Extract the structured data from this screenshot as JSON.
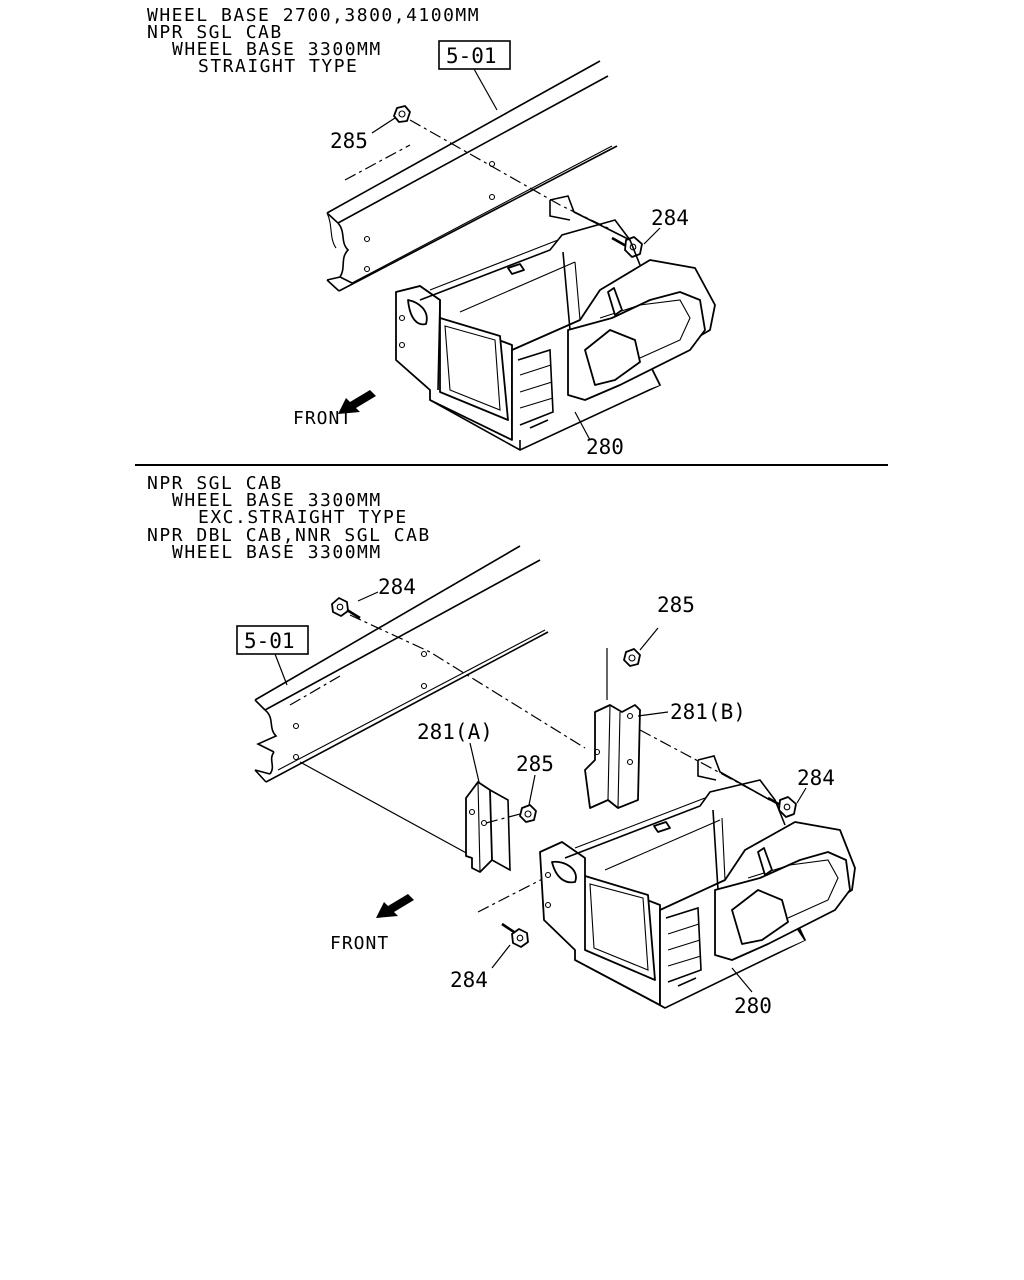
{
  "section_top": {
    "notes": [
      "WHEEL BASE 2700,3800,4100MM",
      "NPR SGL CAB",
      "WHEEL BASE 3300MM",
      "STRAIGHT TYPE"
    ],
    "ref_box": "5-01",
    "labels": {
      "nut": "285",
      "bolt": "284",
      "box": "280"
    },
    "front": "FRONT"
  },
  "section_bottom": {
    "notes": [
      "NPR SGL CAB",
      "WHEEL BASE 3300MM",
      "EXC.STRAIGHT TYPE",
      "NPR DBL CAB,NNR SGL CAB",
      "WHEEL BASE 3300MM"
    ],
    "ref_box": "5-01",
    "labels": {
      "bolt_top": "284",
      "nut_top": "285",
      "bracket_b": "281(B)",
      "bracket_a": "281(A)",
      "nut_mid": "285",
      "bolt_right": "284",
      "bolt_bottom": "284",
      "box": "280"
    },
    "front": "FRONT"
  }
}
